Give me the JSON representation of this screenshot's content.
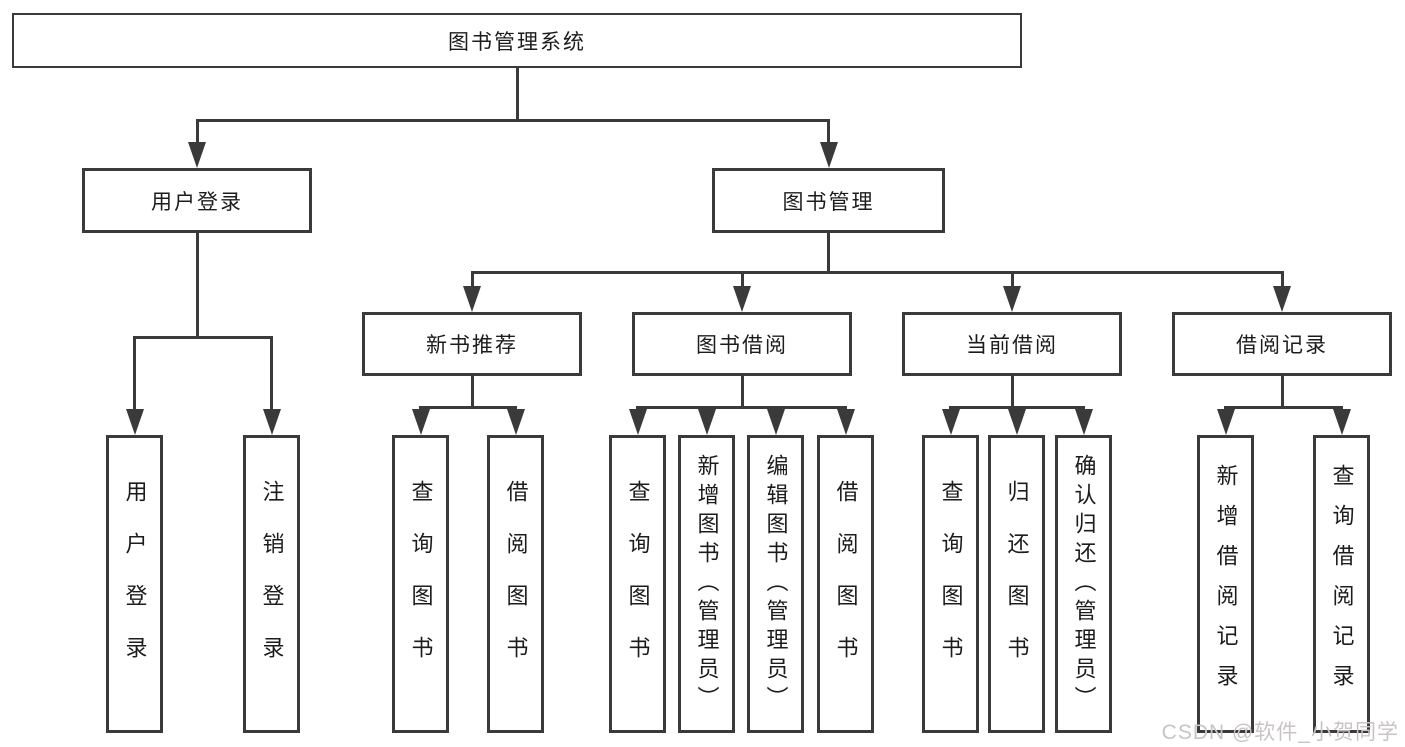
{
  "diagram": {
    "title": "图书管理系统",
    "hierarchy": {
      "图书管理系统": {
        "用户登录": [
          "用户登录",
          "注销登录"
        ],
        "图书管理": {
          "新书推荐": [
            "查询图书",
            "借阅图书"
          ],
          "图书借阅": [
            "查询图书",
            "新增图书（管理员）",
            "编辑图书（管理员）",
            "借阅图书"
          ],
          "当前借阅": [
            "查询图书",
            "归还图书",
            "确认归还（管理员）"
          ],
          "借阅记录": [
            "新增借阅记录",
            "查询借阅记录"
          ]
        }
      }
    }
  },
  "nodes": {
    "root": {
      "label": "图书管理系统"
    },
    "user_login": {
      "label": "用户登录"
    },
    "book_mgmt": {
      "label": "图书管理"
    },
    "new_book_rec": {
      "label": "新书推荐"
    },
    "book_borrow": {
      "label": "图书借阅"
    },
    "current_borrow": {
      "label": "当前借阅"
    },
    "borrow_records": {
      "label": "借阅记录"
    },
    "leaf_user_login": {
      "label": "用户登录"
    },
    "leaf_logout": {
      "label": "注销登录"
    },
    "leaf_rec_query": {
      "label": "查询图书"
    },
    "leaf_rec_borrow": {
      "label": "借阅图书"
    },
    "leaf_bb_query": {
      "label": "查询图书"
    },
    "leaf_bb_add": {
      "label": "新增图书（管理员）"
    },
    "leaf_bb_edit": {
      "label": "编辑图书（管理员）"
    },
    "leaf_bb_borrow": {
      "label": "借阅图书"
    },
    "leaf_cb_query": {
      "label": "查询图书"
    },
    "leaf_cb_return": {
      "label": "归还图书"
    },
    "leaf_cb_confirm": {
      "label": "确认归还（管理员）"
    },
    "leaf_br_add": {
      "label": "新增借阅记录"
    },
    "leaf_br_query": {
      "label": "查询借阅记录"
    }
  },
  "watermark": {
    "text": "CSDN @软件_小贺同学"
  },
  "colors": {
    "line": "#3a3a3a",
    "text": "#1c1c1c",
    "watermark": "#c9c4c4",
    "background": "#ffffff"
  }
}
